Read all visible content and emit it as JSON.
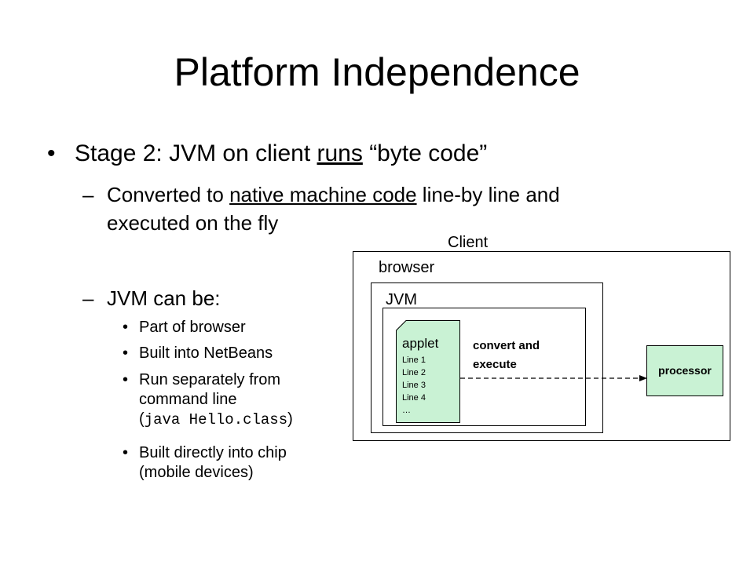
{
  "title": "Platform Independence",
  "stage2": {
    "bullet": "•",
    "prefix": "Stage 2: JVM on client ",
    "underlined": "runs",
    "suffix": " “byte code”"
  },
  "converted": {
    "dash": "–",
    "prefix": "Converted to ",
    "underlined": "native machine code",
    "suffix_line1": " line-by line and",
    "line2": "executed on the fly"
  },
  "jvm_can_be": {
    "dash": "–",
    "text": "JVM can be:",
    "items": [
      {
        "lines": [
          "Part of browser"
        ]
      },
      {
        "lines": [
          "Built into NetBeans"
        ]
      },
      {
        "lines": [
          "Run separately from",
          "command line"
        ],
        "code_open": "(",
        "code": "java Hello.class",
        "code_close": ")"
      },
      {
        "lines": [
          "Built directly into chip",
          "(mobile devices)"
        ]
      }
    ],
    "sub_bullet": "•"
  },
  "diagram": {
    "client_label": "Client",
    "browser_label": "browser",
    "jvm_label": "JVM",
    "applet": {
      "title": "applet",
      "lines": [
        "Line 1",
        "Line 2",
        "Line 3",
        "Line 4",
        "…"
      ]
    },
    "convert_label_line1": "convert and",
    "convert_label_line2": "execute",
    "processor_label": "processor",
    "colors": {
      "processor_fill": "#c9f2d4",
      "applet_fill": "#c9f2d4"
    }
  }
}
